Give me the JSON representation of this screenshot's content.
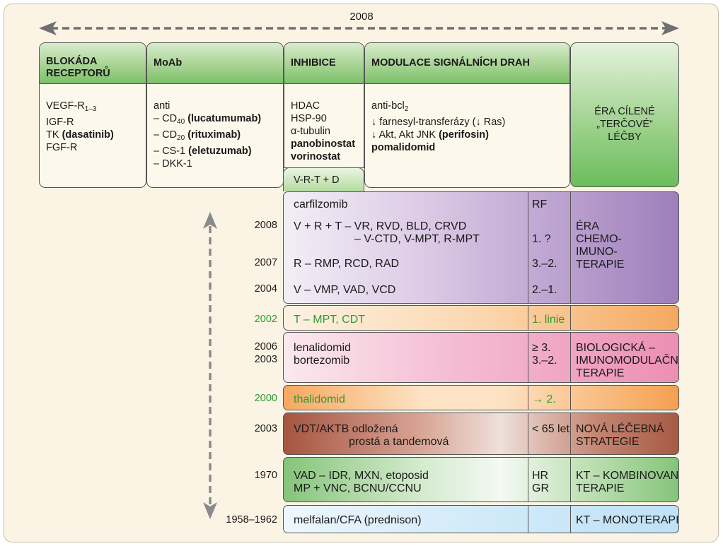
{
  "top_year": "2008",
  "headers": [
    {
      "title": "BLOKÁDA RECEPTORŮ",
      "lines": [
        "VEGF-R1–3",
        "IGF-R",
        "TK (dasatinib)",
        "FGF-R"
      ]
    },
    {
      "title": "MoAb",
      "lines": [
        "anti",
        "– CD40 (lucatumumab)",
        "– CD20 (rituximab)",
        "– CS-1 (eletuzumab)",
        "– DKK-1"
      ]
    },
    {
      "title": "INHIBICE",
      "lines": [
        "HDAC",
        "HSP-90",
        "α-tubulin",
        "panobinostat",
        "vorinostat"
      ]
    },
    {
      "title": "MODULACE SIGNÁLNÍCH DRAH",
      "lines": [
        "anti-bcl2",
        "↓ farnesyl-transferázy (↓ Ras)",
        "↓ Akt, Akt JNK (perifosin)",
        "pomalidomid"
      ]
    }
  ],
  "era_targeted": "ÉRA CÍLENÉ „TERČOVÉ“ LÉČBY",
  "vrtd": "V-R-T + D",
  "chemo_block": {
    "r1": {
      "drug": "carfilzomib",
      "line": "RF"
    },
    "r2": {
      "year": "2008",
      "drug_a": "V + R + T – VR, RVD, BLD, CRVD",
      "drug_b": "– V-CTD, V-MPT, R-MPT",
      "line": "1. ?"
    },
    "r3": {
      "year": "2007",
      "drug": "R – RMP, RCD, RAD",
      "line": "3.–2."
    },
    "r4": {
      "year": "2004",
      "drug": "V – VMP, VAD, VCD",
      "line": "2.–1."
    },
    "era": [
      "ÉRA",
      "CHEMO-",
      "IMUNO-",
      "TERAPIE"
    ]
  },
  "row_t": {
    "year": "2002",
    "drug": "T – MPT, CDT",
    "line": "1. linie"
  },
  "row_len": {
    "year_a": "2006",
    "year_b": "2003",
    "drug_a": "lenalidomid",
    "drug_b": "bortezomib",
    "line_a": "≥ 3.",
    "line_b": "3.–2.",
    "era": [
      "BIOLOGICKÁ –",
      "IMUNOMODULAČNÍ",
      "TERAPIE"
    ]
  },
  "row_thal": {
    "year": "2000",
    "drug": "thalidomid",
    "line": "→ 2."
  },
  "row_vdt": {
    "year": "2003",
    "drug_a": "VDT/AKTB odložená",
    "drug_b": "prostá a tandemová",
    "line": "< 65 let",
    "era": [
      "NOVÁ LÉČEBNÁ",
      "STRATEGIE"
    ]
  },
  "row_kt": {
    "year": "1970",
    "drug_a": "VAD – IDR, MXN, etoposid",
    "drug_b": "MP + VNC, BCNU/CCNU",
    "line_a": "HR",
    "line_b": "GR",
    "era": [
      "KT – KOMBINOVANÁ",
      "TERAPIE"
    ]
  },
  "row_mel": {
    "year": "1958–1962",
    "drug": "melfalan/CFA (prednison)",
    "era": "KT – MONOTERAPIE"
  },
  "colors": {
    "green_year": "#2d9b33",
    "frame_bg": "#fbf3e4"
  }
}
